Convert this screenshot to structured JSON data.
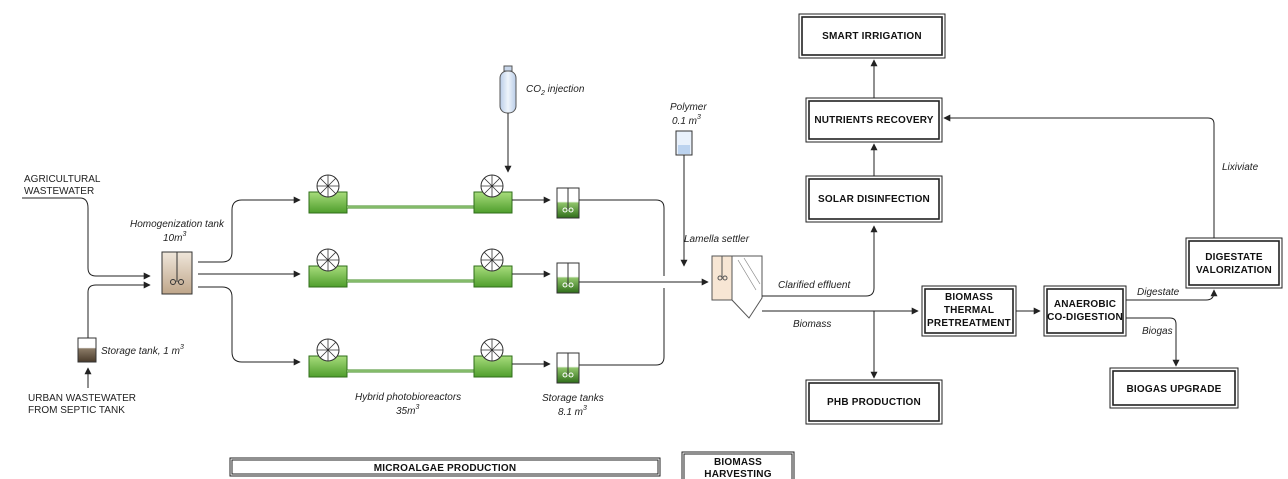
{
  "labels": {
    "agricultural_wastewater": [
      "AGRICULTURAL",
      "WASTEWATER"
    ],
    "urban_wastewater": [
      "URBAN WASTEWATER",
      "FROM SEPTIC TANK"
    ],
    "storage_tank_small": "Storage tank, 1 m",
    "storage_tank_small_sup": "3",
    "homogenization_tank": "Homogenization tank",
    "homogenization_volume": "10m",
    "homogenization_volume_sup": "3",
    "co2_prefix": "CO",
    "co2_sub": "2",
    "co2_suffix": " injection",
    "polymer": "Polymer",
    "polymer_volume": "0.1 m",
    "polymer_volume_sup": "3",
    "lamella_settler": "Lamella settler",
    "clarified_effluent": "Clarified effluent",
    "biomass": "Biomass",
    "hybrid_pbr": "Hybrid photobioreactors",
    "hybrid_pbr_volume": "35m",
    "hybrid_pbr_volume_sup": "3",
    "storage_tanks": "Storage tanks",
    "storage_tanks_volume": "8.1 m",
    "storage_tanks_volume_sup": "3",
    "lixiviate": "Lixiviate",
    "digestate": "Digestate",
    "biogas": "Biogas"
  },
  "boxes": {
    "smart_irrigation": [
      "SMART IRRIGATION"
    ],
    "nutrients_recovery": [
      "NUTRIENTS RECOVERY"
    ],
    "solar_disinfection": [
      "SOLAR DISINFECTION"
    ],
    "biomass_thermal_pretreatment": [
      "BIOMASS",
      "THERMAL",
      "PRETREATMENT"
    ],
    "anaerobic_codigestion": [
      "ANAEROBIC",
      "CO-DIGESTION"
    ],
    "digestate_valorization": [
      "DIGESTATE",
      "VALORIZATION"
    ],
    "phb_production": [
      "PHB PRODUCTION"
    ],
    "biogas_upgrade": [
      "BIOGAS UPGRADE"
    ]
  },
  "sections": {
    "microalgae_production": "MICROALGAE PRODUCTION",
    "biomass_harvesting": [
      "BIOMASS",
      "HARVESTING"
    ]
  },
  "colors": {
    "reactor_green": "#79c24a",
    "reactor_dark": "#3d8a22",
    "tank_tan": "#d9c8b3",
    "co2_cylinder": "#dbe8f7"
  }
}
